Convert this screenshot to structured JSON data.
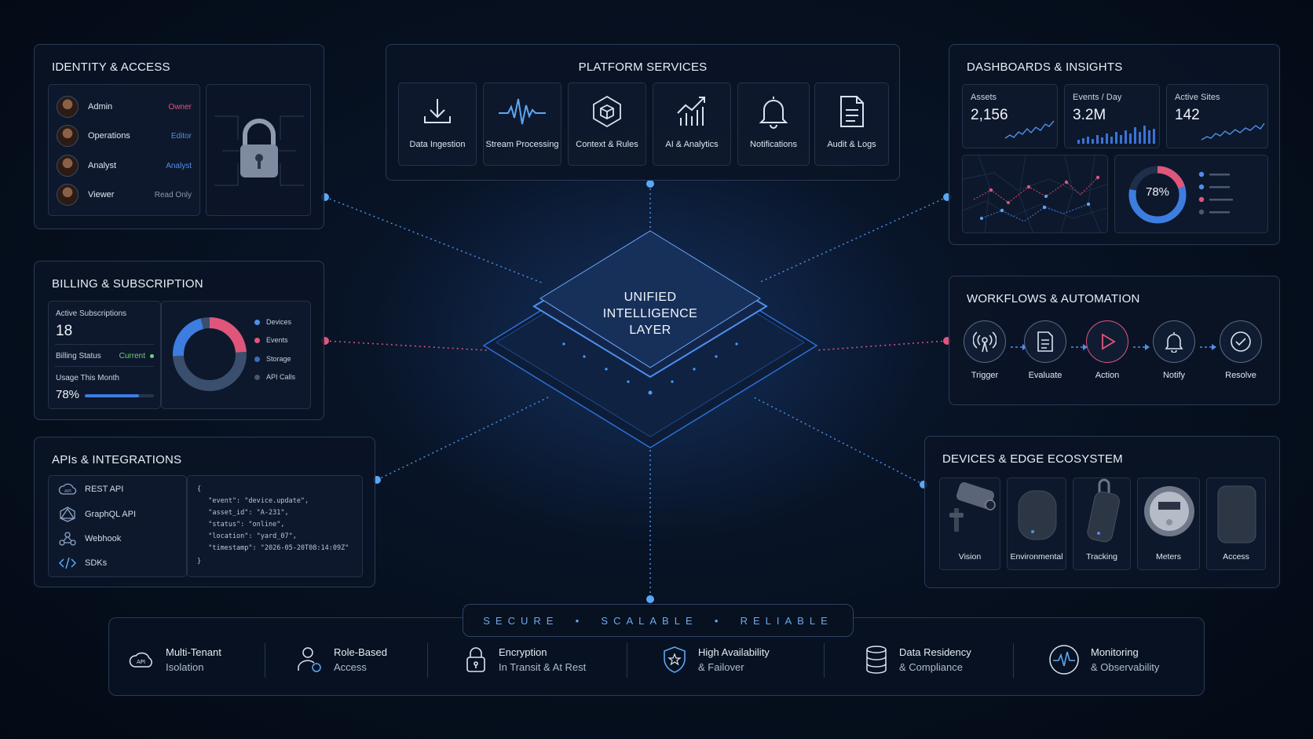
{
  "identity": {
    "title": "IDENTITY & ACCESS",
    "users": [
      {
        "name": "Admin",
        "role": "Owner",
        "role_color": "#e0567b"
      },
      {
        "name": "Operations",
        "role": "Editor",
        "role_color": "#4f8fe8"
      },
      {
        "name": "Analyst",
        "role": "Analyst",
        "role_color": "#4f8fe8"
      },
      {
        "name": "Viewer",
        "role": "Read Only",
        "role_color": "#8c98aa"
      }
    ],
    "lock_icon": "padlock-icon"
  },
  "services": {
    "title": "PLATFORM SERVICES",
    "items": [
      {
        "label": "Data Ingestion",
        "icon": "download-icon"
      },
      {
        "label": "Stream Processing",
        "icon": "waveform-icon"
      },
      {
        "label": "Context & Rules",
        "icon": "cube-icon"
      },
      {
        "label": "AI & Analytics",
        "icon": "chart-icon"
      },
      {
        "label": "Notifications",
        "icon": "bell-icon"
      },
      {
        "label": "Audit & Logs",
        "icon": "document-icon"
      }
    ]
  },
  "dashboards": {
    "title": "DASHBOARDS & INSIGHTS",
    "stats": [
      {
        "label": "Assets",
        "value": "2,156"
      },
      {
        "label": "Events / Day",
        "value": "3.2M"
      },
      {
        "label": "Active Sites",
        "value": "142"
      }
    ],
    "gauge_value": "78%",
    "gauge_fraction": 0.78
  },
  "billing": {
    "title": "BILLING & SUBSCRIPTION",
    "active_label": "Active Subscriptions",
    "active_value": "18",
    "status_label": "Billing Status",
    "status_value": "Current",
    "usage_label": "Usage This Month",
    "usage_value": "78%",
    "usage_fraction": 0.78,
    "legend": [
      {
        "label": "Devices",
        "color": "#4f8fe8"
      },
      {
        "label": "Events",
        "color": "#e0567b"
      },
      {
        "label": "Storage",
        "color": "#3a6cc0"
      },
      {
        "label": "API Calls",
        "color": "#4a5568"
      }
    ]
  },
  "workflows": {
    "title": "WORKFLOWS & AUTOMATION",
    "steps": [
      {
        "label": "Trigger",
        "icon": "broadcast-icon"
      },
      {
        "label": "Evaluate",
        "icon": "checklist-icon"
      },
      {
        "label": "Action",
        "icon": "play-icon"
      },
      {
        "label": "Notify",
        "icon": "bell-icon"
      },
      {
        "label": "Resolve",
        "icon": "check-circle-icon"
      }
    ]
  },
  "apis": {
    "title": "APIs & INTEGRATIONS",
    "items": [
      {
        "label": "REST API",
        "icon": "api-cloud-icon"
      },
      {
        "label": "GraphQL API",
        "icon": "graphql-icon"
      },
      {
        "label": "Webhook",
        "icon": "webhook-icon"
      },
      {
        "label": "SDKs",
        "icon": "code-icon"
      }
    ],
    "code": [
      "{",
      "  \"event\": \"device.update\",",
      "  \"asset_id\": \"A-231\",",
      "  \"status\": \"online\",",
      "  \"location\": \"yard_07\",",
      "  \"timestamp\": \"2026-05-20T08:14:09Z\"",
      "}"
    ]
  },
  "devices": {
    "title": "DEVICES & EDGE ECOSYSTEM",
    "items": [
      {
        "label": "Vision",
        "icon": "camera-icon"
      },
      {
        "label": "Environmental",
        "icon": "sensor-icon"
      },
      {
        "label": "Tracking",
        "icon": "tracker-icon"
      },
      {
        "label": "Meters",
        "icon": "meter-icon"
      },
      {
        "label": "Access",
        "icon": "access-reader-icon"
      }
    ]
  },
  "core": {
    "line1": "UNIFIED",
    "line2": "INTELLIGENCE",
    "line3": "LAYER"
  },
  "tagline": "SECURE  •  SCALABLE  •  RELIABLE",
  "features": [
    {
      "line1": "Multi-Tenant",
      "line2": "Isolation",
      "icon": "api-cloud-icon"
    },
    {
      "line1": "Role-Based",
      "line2": "Access",
      "icon": "user-gear-icon"
    },
    {
      "line1": "Encryption",
      "line2": "In Transit & At Rest",
      "icon": "lock-icon"
    },
    {
      "line1": "High Availability",
      "line2": "& Failover",
      "icon": "shield-star-icon"
    },
    {
      "line1": "Data Residency",
      "line2": "& Compliance",
      "icon": "database-icon"
    },
    {
      "line1": "Monitoring",
      "line2": "& Observability",
      "icon": "pulse-icon"
    }
  ]
}
